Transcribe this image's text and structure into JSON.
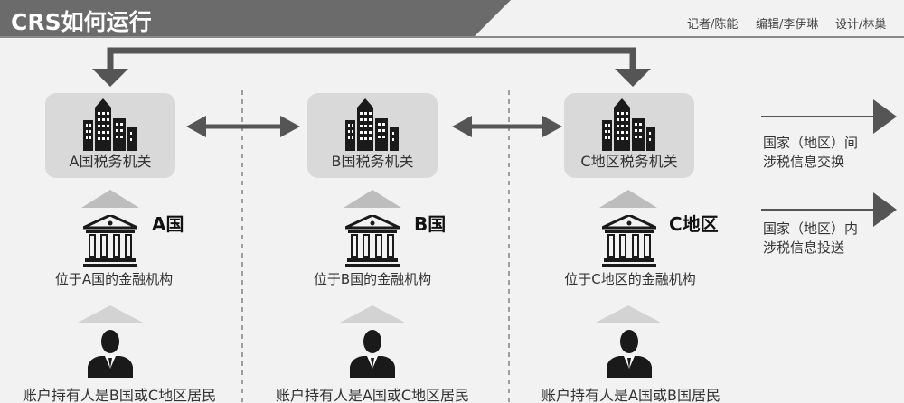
{
  "header": {
    "title": "CRS如何运行",
    "credits": [
      "记者/陈能",
      "编辑/李伊琳",
      "设计/林巢"
    ]
  },
  "columns": [
    {
      "tax_authority": "A国税务机关",
      "country": "A国",
      "institution": "位于A国的金融机构",
      "account_holder": "账户持有人是B国或C地区居民"
    },
    {
      "tax_authority": "B国税务机关",
      "country": "B国",
      "institution": "位于B国的金融机构",
      "account_holder": "账户持有人是A国或C地区居民"
    },
    {
      "tax_authority": "C地区税务机关",
      "country": "C地区",
      "institution": "位于C地区的金融机构",
      "account_holder": "账户持有人是A国或B国居民"
    }
  ],
  "legend": {
    "international": [
      "国家（地区）间",
      "涉税信息交换"
    ],
    "domestic": [
      "国家（地区）内",
      "涉税信息投送"
    ]
  },
  "colors": {
    "banner": "#6b6b6b",
    "box": "#d9d9d9",
    "arrow": "#555555",
    "triangle": "#bdbdbd",
    "background": "#f2f2f2"
  },
  "icons": [
    "office-building-icon",
    "bank-building-icon",
    "person-in-suit-icon"
  ]
}
